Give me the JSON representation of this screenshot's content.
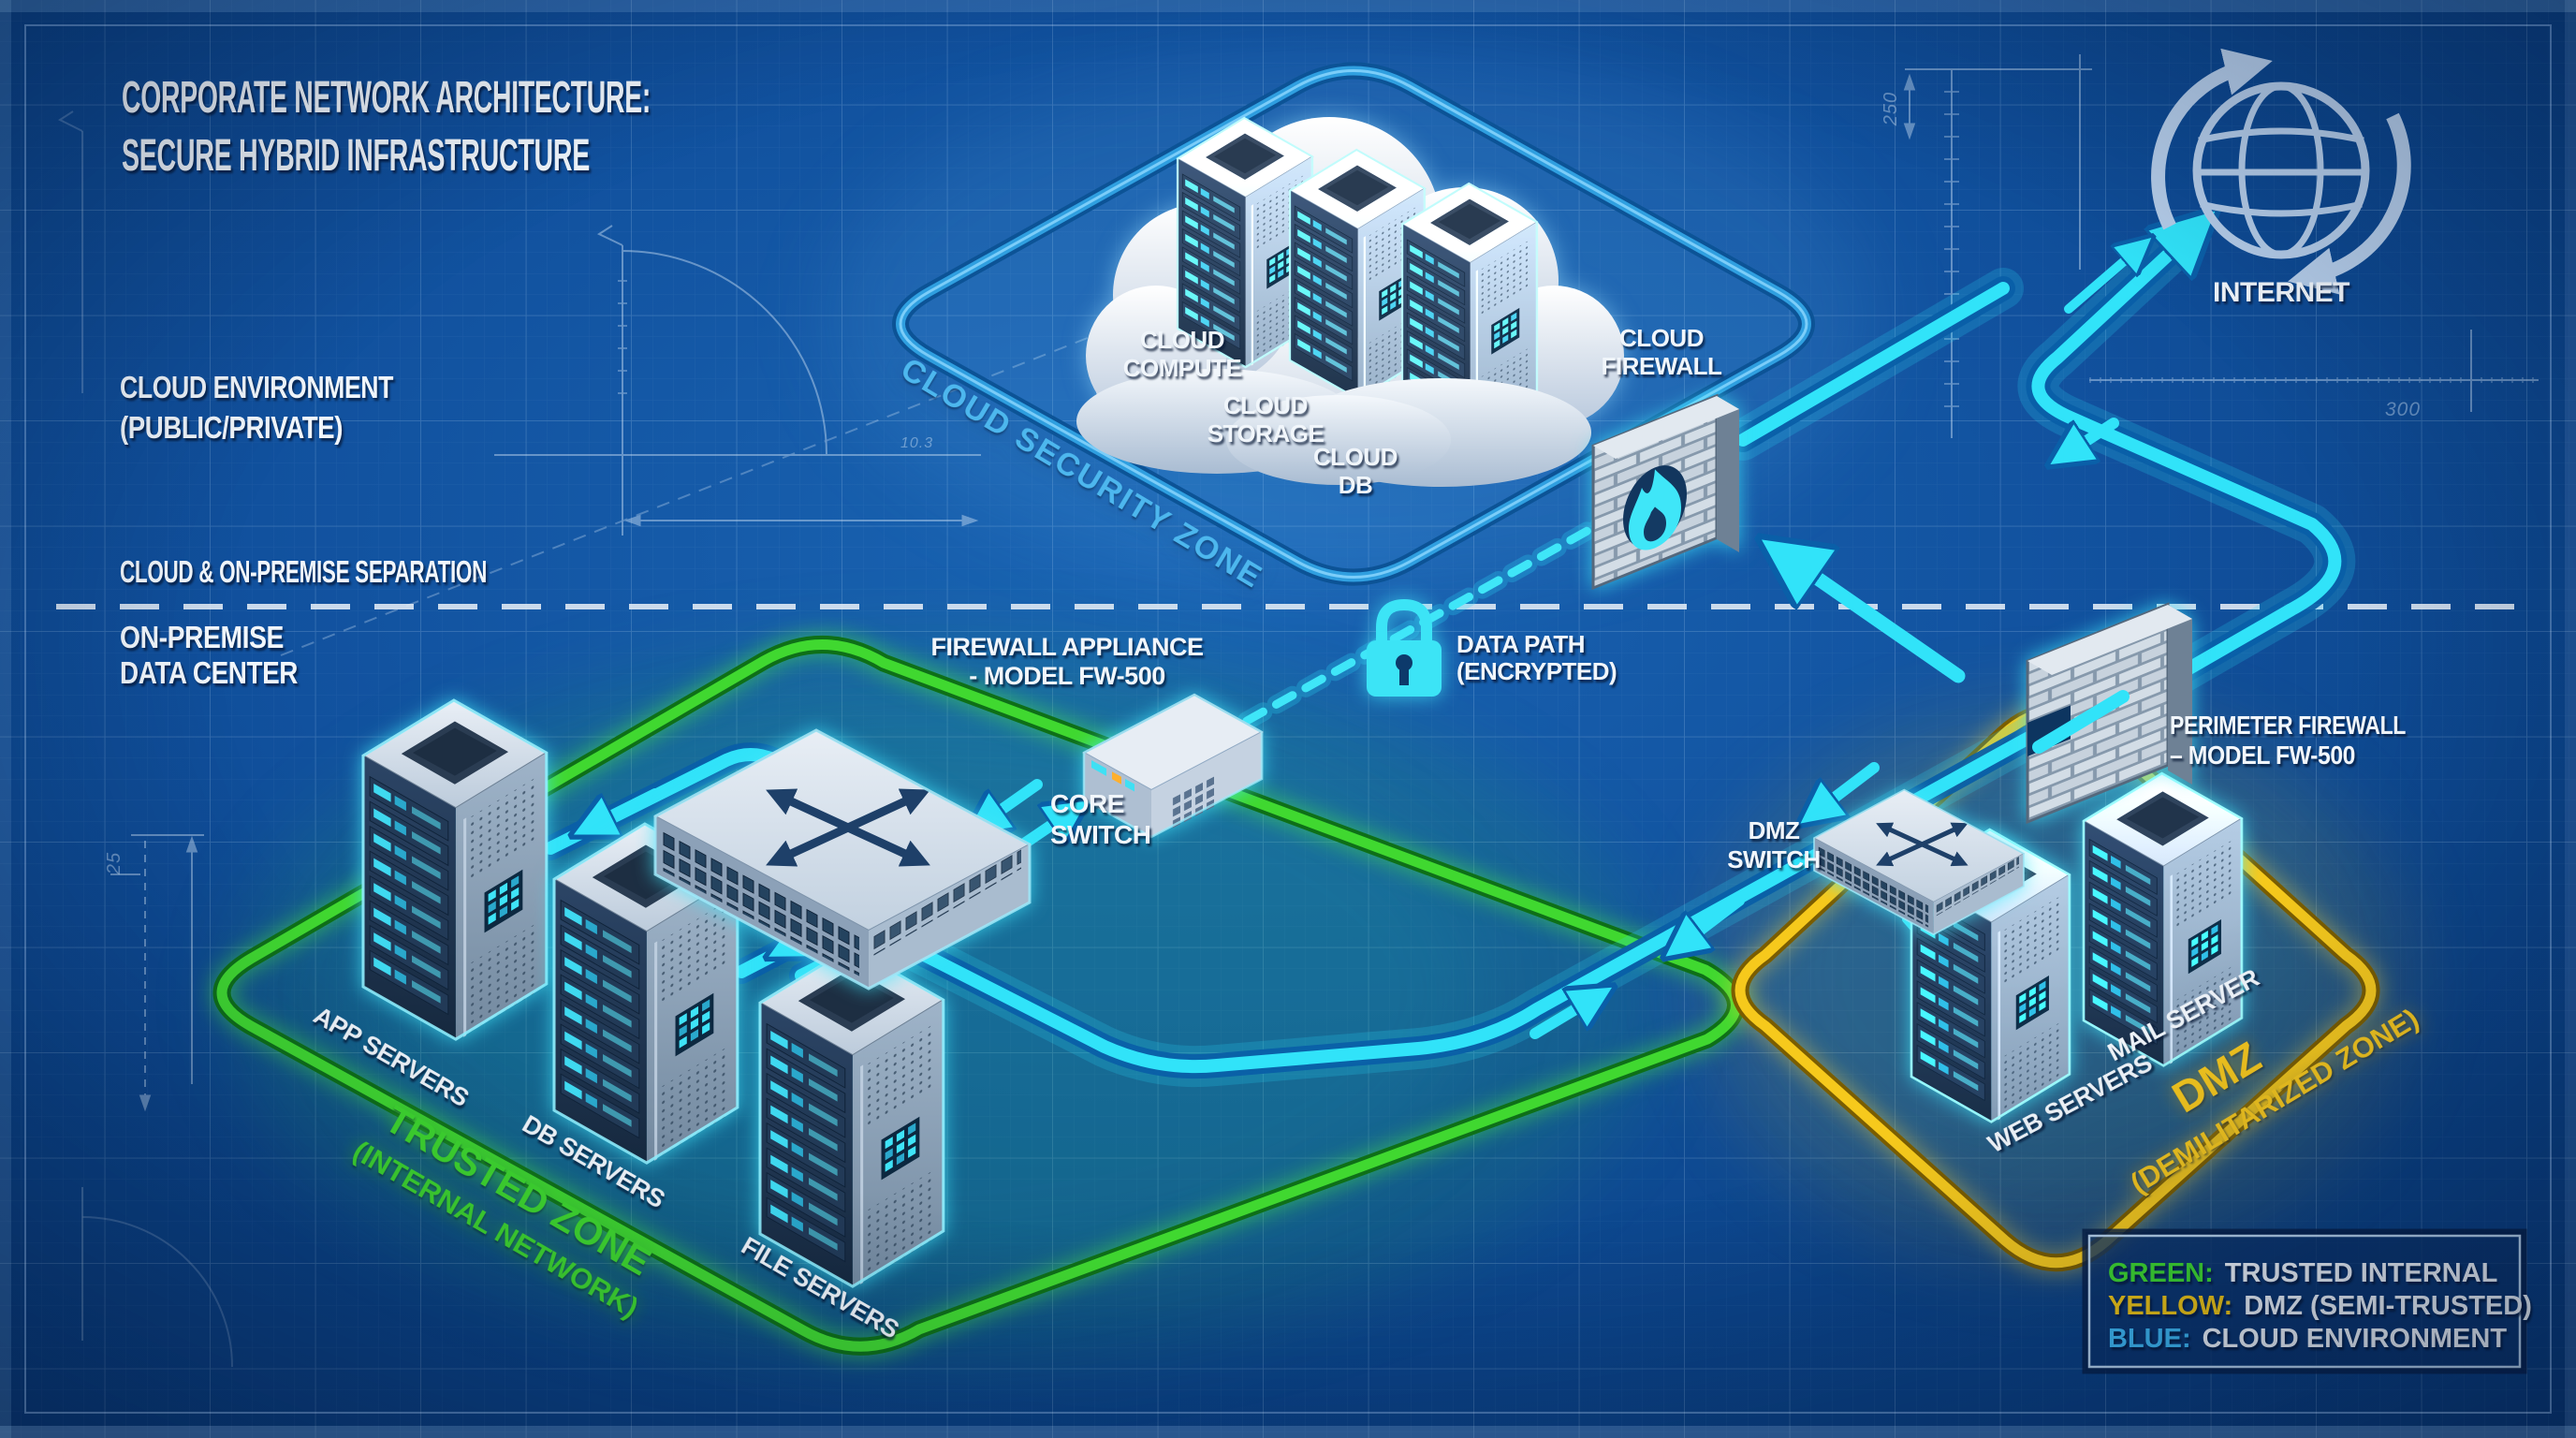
{
  "title": {
    "line1": "CORPORATE NETWORK ARCHITECTURE:",
    "line2": "SECURE HYBRID INFRASTRUCTURE"
  },
  "left_labels": {
    "cloud_env_line1": "CLOUD ENVIRONMENT",
    "cloud_env_line2": "(PUBLIC/PRIVATE)",
    "separation": "CLOUD & ON-PREMISE SEPARATION",
    "on_premise_line1": "ON-PREMISE",
    "on_premise_line2": "DATA CENTER"
  },
  "zones": {
    "cloud_security": {
      "label": "CLOUD SECURITY ZONE",
      "color": "#4db7ee"
    },
    "trusted": {
      "line1": "TRUSTED ZONE",
      "line2": "(INTERNAL NETWORK)",
      "color": "#3fd92e"
    },
    "dmz": {
      "line1": "DMZ",
      "line2": "(DEMILITARIZED ZONE)",
      "color": "#f7c81d"
    }
  },
  "cloud": {
    "compute_line1": "CLOUD",
    "compute_line2": "COMPUTE",
    "storage_line1": "CLOUD",
    "storage_line2": "STORAGE",
    "db_line1": "CLOUD",
    "db_line2": "DB"
  },
  "nodes": {
    "internet": "INTERNET",
    "cloud_firewall_line1": "CLOUD",
    "cloud_firewall_line2": "FIREWALL",
    "firewall_appliance_line1": "FIREWALL APPLIANCE",
    "firewall_appliance_line2": "- MODEL FW-500",
    "core_switch_line1": "CORE",
    "core_switch_line2": "SWITCH",
    "data_path_line1": "DATA PATH",
    "data_path_line2": "(ENCRYPTED)",
    "perimeter_firewall_line1": "PERIMETER FIREWALL",
    "perimeter_firewall_line2": "– MODEL FW-500",
    "dmz_switch_line1": "DMZ",
    "dmz_switch_line2": "SWITCH",
    "app_servers": "APP SERVERS",
    "db_servers": "DB SERVERS",
    "file_servers": "FILE SERVERS",
    "web_servers": "WEB SERVERS",
    "mail_server": "MAIL SERVER"
  },
  "legend": {
    "items": [
      {
        "key": "GREEN:",
        "value": "TRUSTED INTERNAL",
        "color": "#3fd92e"
      },
      {
        "key": "YELLOW:",
        "value": "DMZ (SEMI-TRUSTED)",
        "color": "#f2c713"
      },
      {
        "key": "BLUE:",
        "value": "CLOUD ENVIRONMENT",
        "color": "#3eb9f4"
      }
    ]
  },
  "annotations": {
    "dim_vertical": "250",
    "dim_horizontal": "300",
    "dim_left": "25",
    "dim_arc": "10.3"
  },
  "icons": {
    "globe": "internet-globe-icon",
    "firewall": "brick-wall-firewall-icon",
    "flame": "flame-icon",
    "lock": "padlock-icon",
    "switch": "crossed-arrows-switch-icon",
    "server": "server-rack-icon",
    "cloud": "cloud-icon"
  },
  "colors": {
    "background": "#11519e",
    "data_path": "#31e3f9",
    "zone_green": "#40d830",
    "zone_yellow": "#f6c91c",
    "zone_blue": "#2f9fe0",
    "text": "#f1f6fb"
  }
}
